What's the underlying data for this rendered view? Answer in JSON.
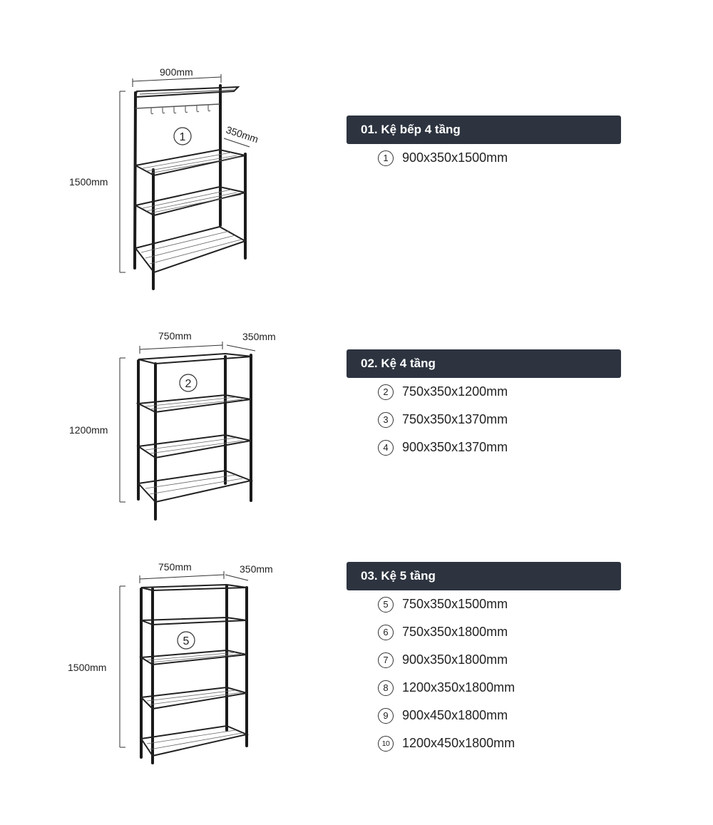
{
  "sections": [
    {
      "title": "01. Kệ bếp 4 tầng",
      "drawing": {
        "width": "900mm",
        "depth": "350mm",
        "height": "1500mm",
        "marker": "1"
      },
      "items": [
        {
          "number": "1",
          "size": "900x350x1500mm"
        }
      ]
    },
    {
      "title": "02. Kệ 4 tầng",
      "drawing": {
        "width": "750mm",
        "depth": "350mm",
        "height": "1200mm",
        "marker": "2"
      },
      "items": [
        {
          "number": "2",
          "size": "750x350x1200mm"
        },
        {
          "number": "3",
          "size": "750x350x1370mm"
        },
        {
          "number": "4",
          "size": "900x350x1370mm"
        }
      ]
    },
    {
      "title": "03. Kệ 5 tầng",
      "drawing": {
        "width": "750mm",
        "depth": "350mm",
        "height": "1500mm",
        "marker": "5"
      },
      "items": [
        {
          "number": "5",
          "size": "750x350x1500mm"
        },
        {
          "number": "6",
          "size": "750x350x1800mm"
        },
        {
          "number": "7",
          "size": "900x350x1800mm"
        },
        {
          "number": "8",
          "size": "1200x350x1800mm"
        },
        {
          "number": "9",
          "size": "900x450x1800mm"
        },
        {
          "number": "10",
          "size": "1200x450x1800mm"
        }
      ]
    }
  ]
}
